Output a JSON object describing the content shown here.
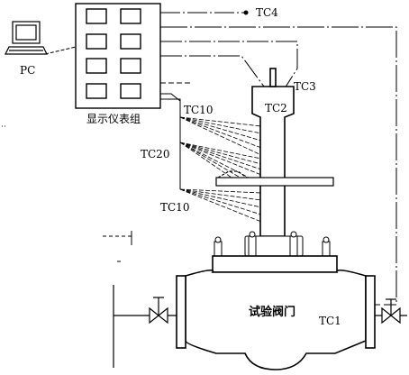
{
  "labels": {
    "pc": "PC",
    "display_group": "显示仪表组",
    "tc1": "TC1",
    "tc2": "TC2",
    "tc3": "TC3",
    "tc4": "TC4",
    "tc10_upper": "TC10",
    "tc20": "TC20",
    "tc10_lower": "TC10",
    "test_valve": "试验阀门"
  },
  "icons": {
    "computer": "computer-icon",
    "display_panel": "instrument-panel-icon",
    "inlet_valve": "gate-valve-icon",
    "outlet_valve": "gate-valve-icon"
  }
}
